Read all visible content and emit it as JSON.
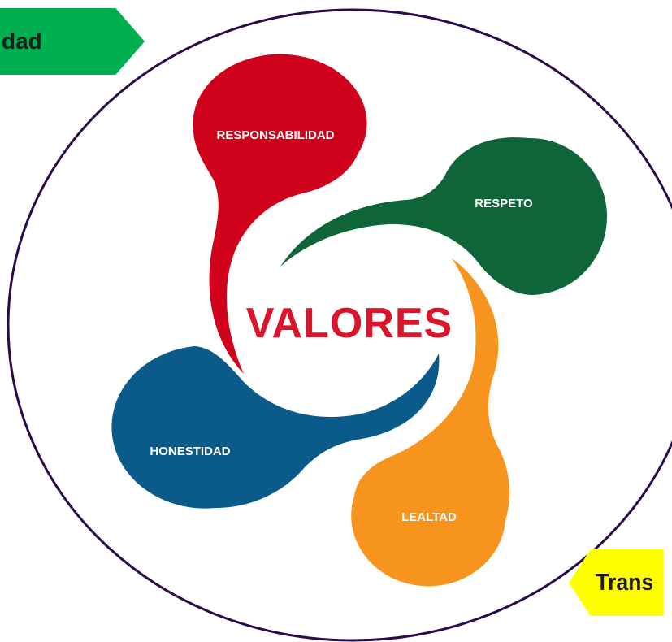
{
  "center": {
    "label": "VALORES",
    "color": "#d9142b"
  },
  "petals": [
    {
      "label": "RESPONSABILIDAD",
      "color": "#d0021b"
    },
    {
      "label": "RESPETO",
      "color": "#0e6537"
    },
    {
      "label": "LEALTAD",
      "color": "#f6941d"
    },
    {
      "label": "HONESTIDAD",
      "color": "#0a5b8a"
    }
  ],
  "tags": {
    "left": {
      "text": "dad",
      "color": "#00b050"
    },
    "right": {
      "text": "Trans",
      "color": "#ffff00"
    }
  },
  "frame": {
    "color": "#2b0a4a"
  }
}
